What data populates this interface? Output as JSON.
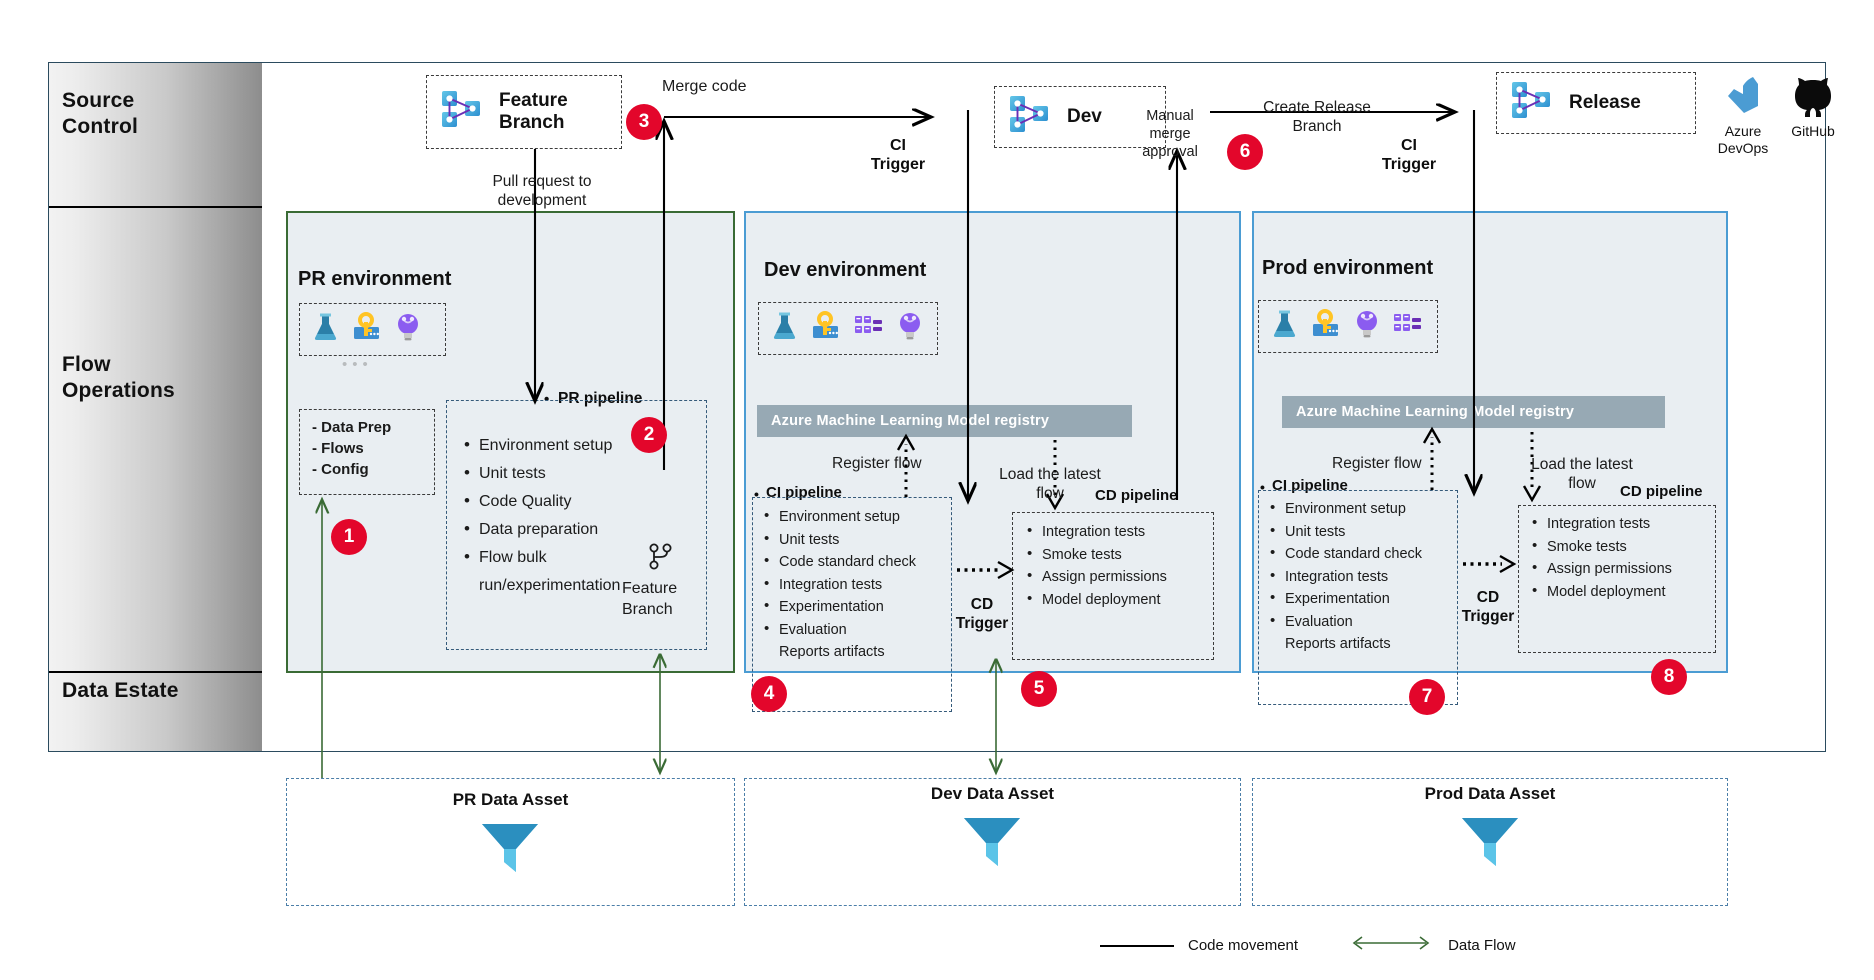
{
  "swimlanes": [
    {
      "label": "Source\nControl"
    },
    {
      "label": "Flow\nOperations"
    },
    {
      "label": "Data Estate"
    }
  ],
  "swimlane_labels": {
    "source_line1": "Source",
    "source_line2": "Control",
    "flow_line1": "Flow",
    "flow_line2": "Operations",
    "data": "Data Estate"
  },
  "source_control": {
    "feature_branch": "Feature\nBranch",
    "feature_branch_l1": "Feature",
    "feature_branch_l2": "Branch",
    "dev": "Dev",
    "release": "Release",
    "vendors": [
      {
        "name": "Azure DevOps",
        "line1": "Azure",
        "line2": "DevOps"
      },
      {
        "name": "GitHub",
        "line1": "GitHub",
        "line2": ""
      }
    ]
  },
  "edge_labels": {
    "merge_code": "Merge code",
    "pull_request_l1": "Pull request to",
    "pull_request_l2": "development",
    "ci_trigger_l1": "CI",
    "ci_trigger_l2": "Trigger",
    "manual_merge_l1": "Manual",
    "manual_merge_l2": "merge",
    "manual_merge_l3": "approval",
    "create_release_l1": "Create Release",
    "create_release_l2": "Branch",
    "ci_trigger2_l1": "CI",
    "ci_trigger2_l2": "Trigger",
    "register_flow": "Register flow",
    "load_latest_l1": "Load the latest",
    "load_latest_l2": "flow",
    "cd_trigger_l1": "CD",
    "cd_trigger_l2": "Trigger"
  },
  "pr_environment": {
    "title": "PR environment",
    "icons": [
      "beaker-icon",
      "key-icon",
      "lightbulb-icon"
    ],
    "artifacts_box": [
      "- Data Prep",
      "- Flows",
      "- Config"
    ],
    "pipeline_title": "PR pipeline",
    "pipeline_items": [
      "Environment setup",
      "Unit tests",
      "Code Quality",
      "Data preparation",
      "Flow bulk run/experimentation"
    ],
    "branch_tag_l1": "Feature",
    "branch_tag_l2": "Branch"
  },
  "dev_environment": {
    "title": "Dev environment",
    "icons": [
      "beaker-icon",
      "key-icon",
      "cluster-icon",
      "lightbulb-icon"
    ],
    "registry": "Azure Machine Learning Model registry",
    "ci_title": "CI pipeline",
    "ci_items": [
      "Environment setup",
      "Unit tests",
      "Code standard check",
      "Integration tests",
      "Experimentation",
      "Evaluation",
      "Reports artifacts"
    ],
    "cd_title": "CD pipeline",
    "cd_items": [
      "Integration tests",
      "Smoke tests",
      "Assign permissions",
      "Model deployment"
    ]
  },
  "prod_environment": {
    "title": "Prod environment",
    "icons": [
      "beaker-icon",
      "key-icon",
      "lightbulb-icon",
      "cluster-icon"
    ],
    "registry": "Azure Machine Learning Model registry",
    "ci_title": "CI pipeline",
    "ci_items": [
      "Environment setup",
      "Unit tests",
      "Code standard check",
      "Integration tests",
      "Experimentation",
      "Evaluation",
      "Reports artifacts"
    ],
    "cd_title": "CD pipeline",
    "cd_items": [
      "Integration tests",
      "Smoke tests",
      "Assign permissions",
      "Model deployment"
    ]
  },
  "data_estate": {
    "assets": [
      {
        "title": "PR Data Asset",
        "icon": "azure-data-asset-icon"
      },
      {
        "title": "Dev Data Asset",
        "icon": "azure-data-asset-icon"
      },
      {
        "title": "Prod Data Asset",
        "icon": "azure-data-asset-icon"
      }
    ]
  },
  "badges": [
    "1",
    "2",
    "3",
    "4",
    "5",
    "6",
    "7",
    "8"
  ],
  "legend": {
    "code_movement": "Code movement",
    "data_flow": "Data Flow"
  },
  "colors": {
    "badge": "#e3062b",
    "pr_border": "#3a6b35",
    "env_border": "#4b9cd3",
    "env_fill": "#e9eef2",
    "registry_bar": "#97a9b4",
    "data_flow_arrow": "#3a6b35",
    "code_arrow": "#000000",
    "azure_blue": "#4b9cd3"
  }
}
